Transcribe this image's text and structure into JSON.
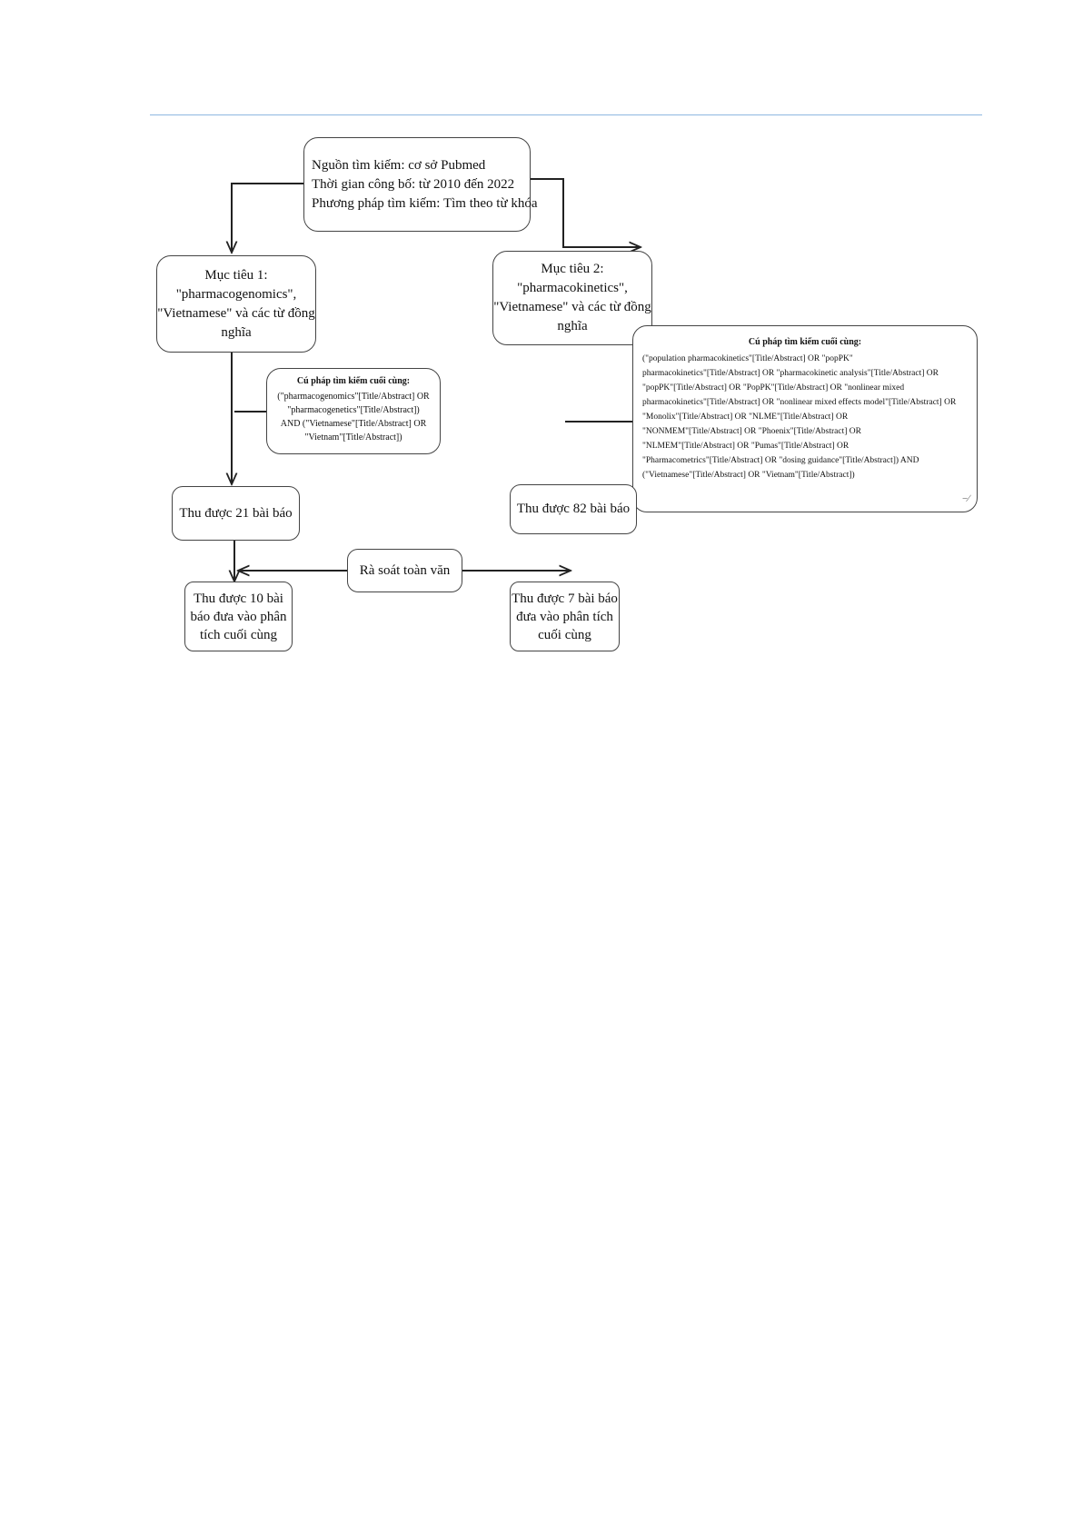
{
  "diagram": {
    "source_box": {
      "lines": [
        "Nguồn tìm kiếm: cơ sở Pubmed",
        "Thời gian công bố: từ 2010 đến 2022",
        "Phương pháp tìm kiếm: Tìm theo từ khóa"
      ]
    },
    "goal1_box": {
      "lines": [
        "Mục tiêu 1:",
        "\"pharmacogenomics\",",
        "\"Vietnamese\" và các từ đồng",
        "nghĩa"
      ]
    },
    "goal2_box": {
      "lines": [
        "Mục tiêu 2:",
        "\"pharmacokinetics\",",
        "\"Vietnamese\" và các từ đồng",
        "nghĩa"
      ]
    },
    "syntax1_box": {
      "title": "Cú pháp tìm kiếm cuối cùng:",
      "lines": [
        "(\"pharmacogenomics\"[Title/Abstract] OR",
        "\"pharmacogenetics\"[Title/Abstract])",
        "AND (\"Vietnamese\"[Title/Abstract] OR",
        "\"Vietnam\"[Title/Abstract])"
      ]
    },
    "syntax2_box": {
      "title": "Cú pháp tìm kiếm cuối cùng:",
      "lines": [
        "(\"population pharmacokinetics\"[Title/Abstract] OR \"popPK\"",
        "pharmacokinetics\"[Title/Abstract] OR \"pharmacokinetic analysis\"[Title/Abstract] OR",
        "\"popPK\"[Title/Abstract] OR \"PopPK\"[Title/Abstract] OR \"nonlinear mixed",
        "pharmacokinetics\"[Title/Abstract] OR \"nonlinear mixed effects model\"[Title/Abstract] OR",
        "\"Monolix\"[Title/Abstract] OR \"NLME\"[Title/Abstract] OR",
        "\"NONMEM\"[Title/Abstract] OR \"Phoenix\"[Title/Abstract] OR",
        "\"NLMEM\"[Title/Abstract] OR \"Pumas\"[Title/Abstract] OR",
        "\"Pharmacometrics\"[Title/Abstract] OR \"dosing guidance\"[Title/Abstract]) AND",
        "(\"Vietnamese\"[Title/Abstract] OR \"Vietnam\"[Title/Abstract])"
      ]
    },
    "result1_box": {
      "label": "Thu được 21 bài báo"
    },
    "result2_box": {
      "label": "Thu được 82 bài báo"
    },
    "screen_box": {
      "label": "Rà soát toàn văn"
    },
    "final1_box": {
      "lines": [
        "Thu được 10 bài",
        "báo đưa vào phân",
        "tích cuối cùng"
      ]
    },
    "final2_box": {
      "lines": [
        "Thu được 7 bài báo",
        "đưa vào phân tích",
        "cuối cùng"
      ]
    },
    "colors": {
      "rule": "#8fb8e0",
      "line": "#222222"
    }
  }
}
